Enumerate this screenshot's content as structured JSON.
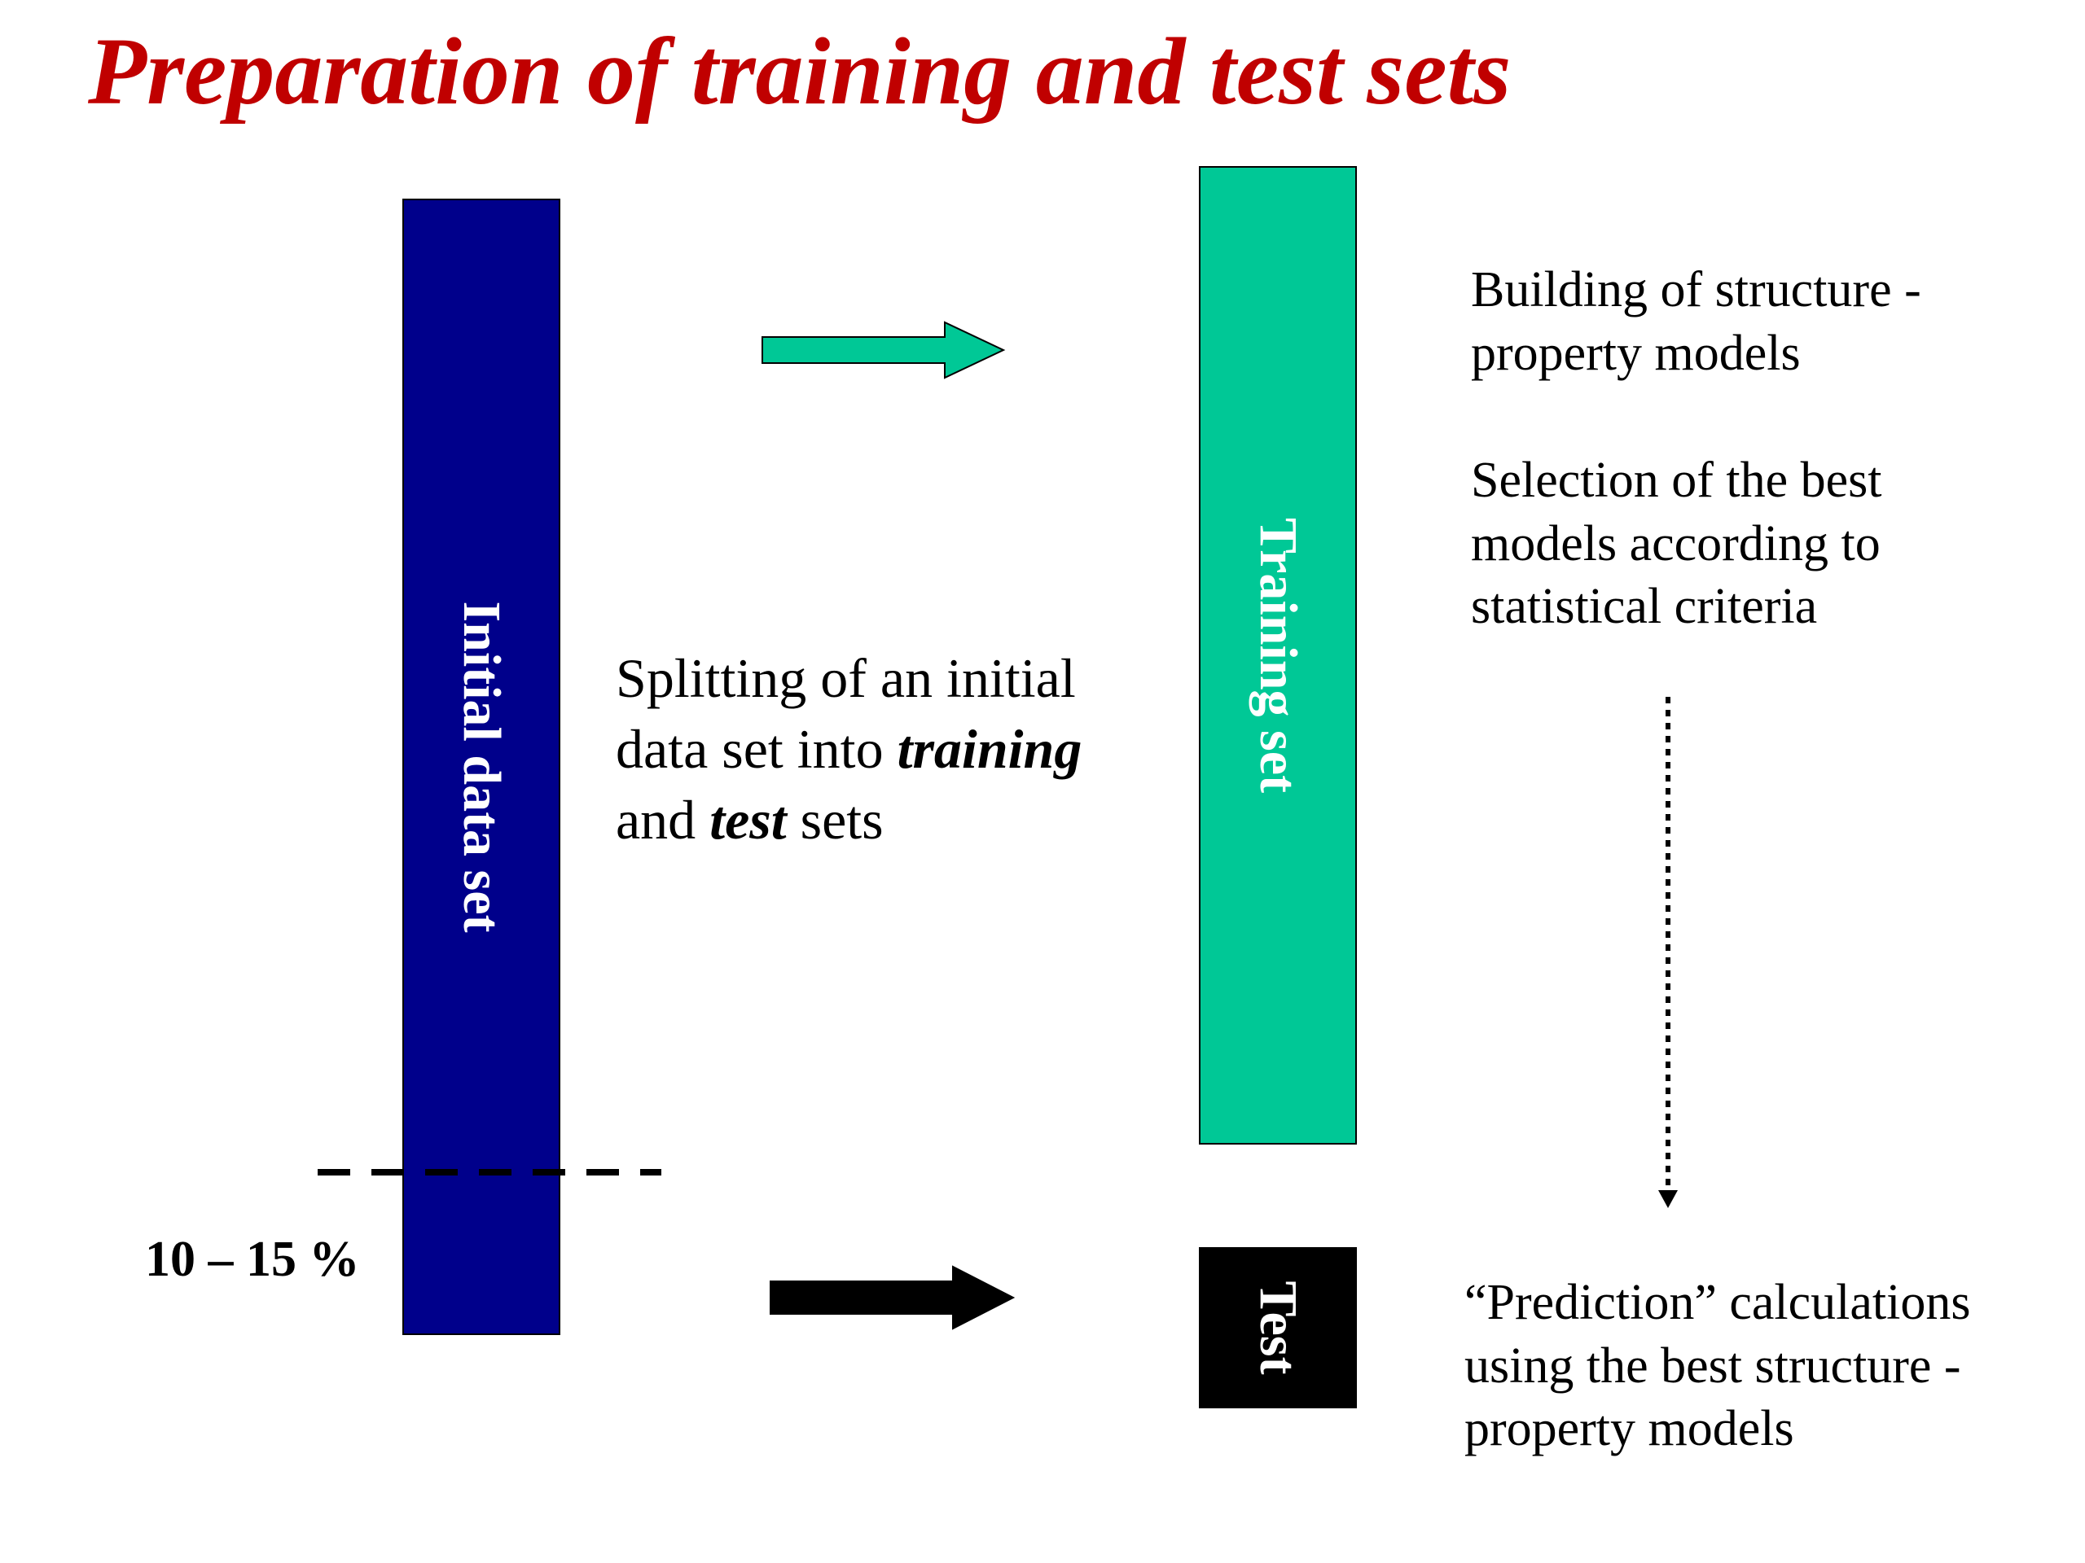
{
  "title": "Preparation of training and test sets",
  "colors": {
    "title": "#c00000",
    "initial_set": "#00008b",
    "training_set": "#00c896",
    "test_set": "#000000",
    "training_arrow": "#00c896",
    "test_arrow": "#000000"
  },
  "bars": {
    "initial": {
      "label": "Initial data set"
    },
    "training": {
      "label": "Training set"
    },
    "test": {
      "label": "Test"
    }
  },
  "split_text": {
    "line1": "Splitting of an initial",
    "line2_prefix": "data set into ",
    "line2_em": "training",
    "line3_prefix": "and ",
    "line3_em": "test",
    "line3_suffix": " sets"
  },
  "building_text": [
    "Building of structure -",
    "property models"
  ],
  "selection_text": [
    "Selection of the best",
    "models according to",
    "statistical criteria"
  ],
  "prediction_text": [
    "“Prediction” calculations",
    "using the best structure -",
    "property models"
  ],
  "percent_label": "10 – 15  %",
  "icons": {
    "to_training": "arrow-right-icon",
    "to_test": "arrow-right-icon",
    "dotted_down": "arrow-down-icon"
  }
}
